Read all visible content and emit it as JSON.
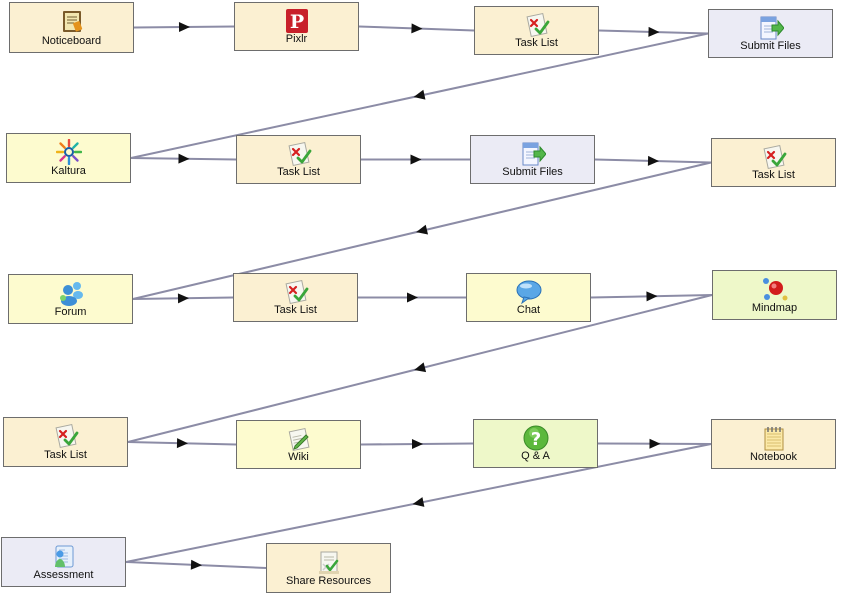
{
  "colors": {
    "sequence_bg": "#fbf0d2",
    "submit_bg": "#ebebf5",
    "yellow_bg": "#fdfbcf",
    "green_bg": "#eef8c9",
    "edge": "#8c8ca6",
    "arrow": "#111111"
  },
  "nodes": [
    {
      "id": "noticeboard",
      "label": "Noticeboard",
      "icon": "noticeboard-icon",
      "color": "sequence_bg"
    },
    {
      "id": "pixlr",
      "label": "Pixlr",
      "icon": "pixlr-icon",
      "color": "sequence_bg"
    },
    {
      "id": "tasklist1",
      "label": "Task List",
      "icon": "task-list-icon",
      "color": "sequence_bg"
    },
    {
      "id": "submit1",
      "label": "Submit Files",
      "icon": "submit-files-icon",
      "color": "submit_bg"
    },
    {
      "id": "kaltura",
      "label": "Kaltura",
      "icon": "kaltura-icon",
      "color": "yellow_bg"
    },
    {
      "id": "tasklist2",
      "label": "Task List",
      "icon": "task-list-icon",
      "color": "sequence_bg"
    },
    {
      "id": "submit2",
      "label": "Submit Files",
      "icon": "submit-files-icon",
      "color": "submit_bg"
    },
    {
      "id": "tasklist3",
      "label": "Task List",
      "icon": "task-list-icon",
      "color": "sequence_bg"
    },
    {
      "id": "forum",
      "label": "Forum",
      "icon": "forum-icon",
      "color": "yellow_bg"
    },
    {
      "id": "tasklist4",
      "label": "Task List",
      "icon": "task-list-icon",
      "color": "sequence_bg"
    },
    {
      "id": "chat",
      "label": "Chat",
      "icon": "chat-icon",
      "color": "yellow_bg"
    },
    {
      "id": "mindmap",
      "label": "Mindmap",
      "icon": "mindmap-icon",
      "color": "green_bg"
    },
    {
      "id": "tasklist5",
      "label": "Task List",
      "icon": "task-list-icon",
      "color": "sequence_bg"
    },
    {
      "id": "wiki",
      "label": "Wiki",
      "icon": "wiki-icon",
      "color": "yellow_bg"
    },
    {
      "id": "qa",
      "label": "Q & A",
      "icon": "question-icon",
      "color": "green_bg"
    },
    {
      "id": "notebook",
      "label": "Notebook",
      "icon": "notebook-icon",
      "color": "sequence_bg"
    },
    {
      "id": "assessment",
      "label": "Assessment",
      "icon": "assessment-icon",
      "color": "submit_bg"
    },
    {
      "id": "share",
      "label": "Share Resources",
      "icon": "share-resources-icon",
      "color": "sequence_bg"
    }
  ],
  "edges": [
    [
      "noticeboard",
      "pixlr"
    ],
    [
      "pixlr",
      "tasklist1"
    ],
    [
      "tasklist1",
      "submit1"
    ],
    [
      "submit1",
      "kaltura"
    ],
    [
      "kaltura",
      "tasklist2"
    ],
    [
      "tasklist2",
      "submit2"
    ],
    [
      "submit2",
      "tasklist3"
    ],
    [
      "tasklist3",
      "forum"
    ],
    [
      "forum",
      "tasklist4"
    ],
    [
      "tasklist4",
      "chat"
    ],
    [
      "chat",
      "mindmap"
    ],
    [
      "mindmap",
      "tasklist5"
    ],
    [
      "tasklist5",
      "wiki"
    ],
    [
      "wiki",
      "qa"
    ],
    [
      "qa",
      "notebook"
    ],
    [
      "notebook",
      "assessment"
    ],
    [
      "assessment",
      "share"
    ]
  ]
}
